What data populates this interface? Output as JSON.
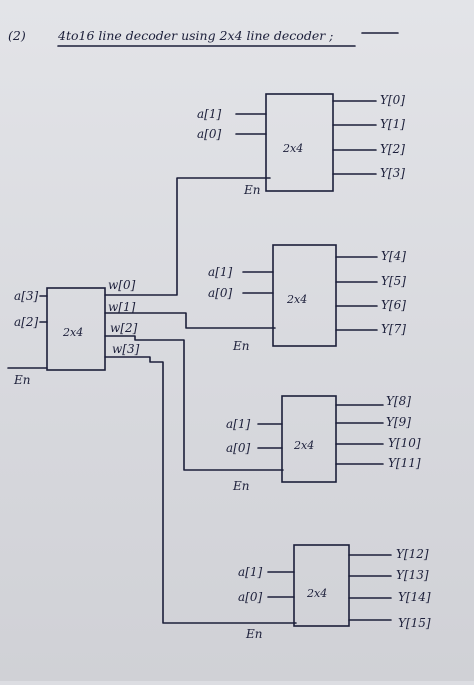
{
  "title": {
    "number": "(2)",
    "text": "4to16 line decoder using 2x4 line decoder ;"
  },
  "main_decoder": {
    "label": "2x4",
    "inputs": [
      "a[3]",
      "a[2]"
    ],
    "enable": "En",
    "outputs": [
      "w[0]",
      "w[1]",
      "w[2]",
      "w[3]"
    ]
  },
  "decoders": [
    {
      "label": "2x4",
      "inputs": [
        "a[1]",
        "a[0]"
      ],
      "enable": "En",
      "outputs": [
        "Y[0]",
        "Y[1]",
        "Y[2]",
        "Y[3]"
      ]
    },
    {
      "label": "2x4",
      "inputs": [
        "a[1]",
        "a[0]"
      ],
      "enable": "En",
      "outputs": [
        "Y[4]",
        "Y[5]",
        "Y[6]",
        "Y[7]"
      ]
    },
    {
      "label": "2x4",
      "inputs": [
        "a[1]",
        "a[0]"
      ],
      "enable": "En",
      "outputs": [
        "Y[8]",
        "Y[9]",
        "Y[10]",
        "Y[11]"
      ]
    },
    {
      "label": "2x4",
      "inputs": [
        "a[1]",
        "a[0]"
      ],
      "enable": "En",
      "outputs": [
        "Y[12]",
        "Y[13]",
        "Y[14]",
        "Y[15]"
      ]
    }
  ]
}
